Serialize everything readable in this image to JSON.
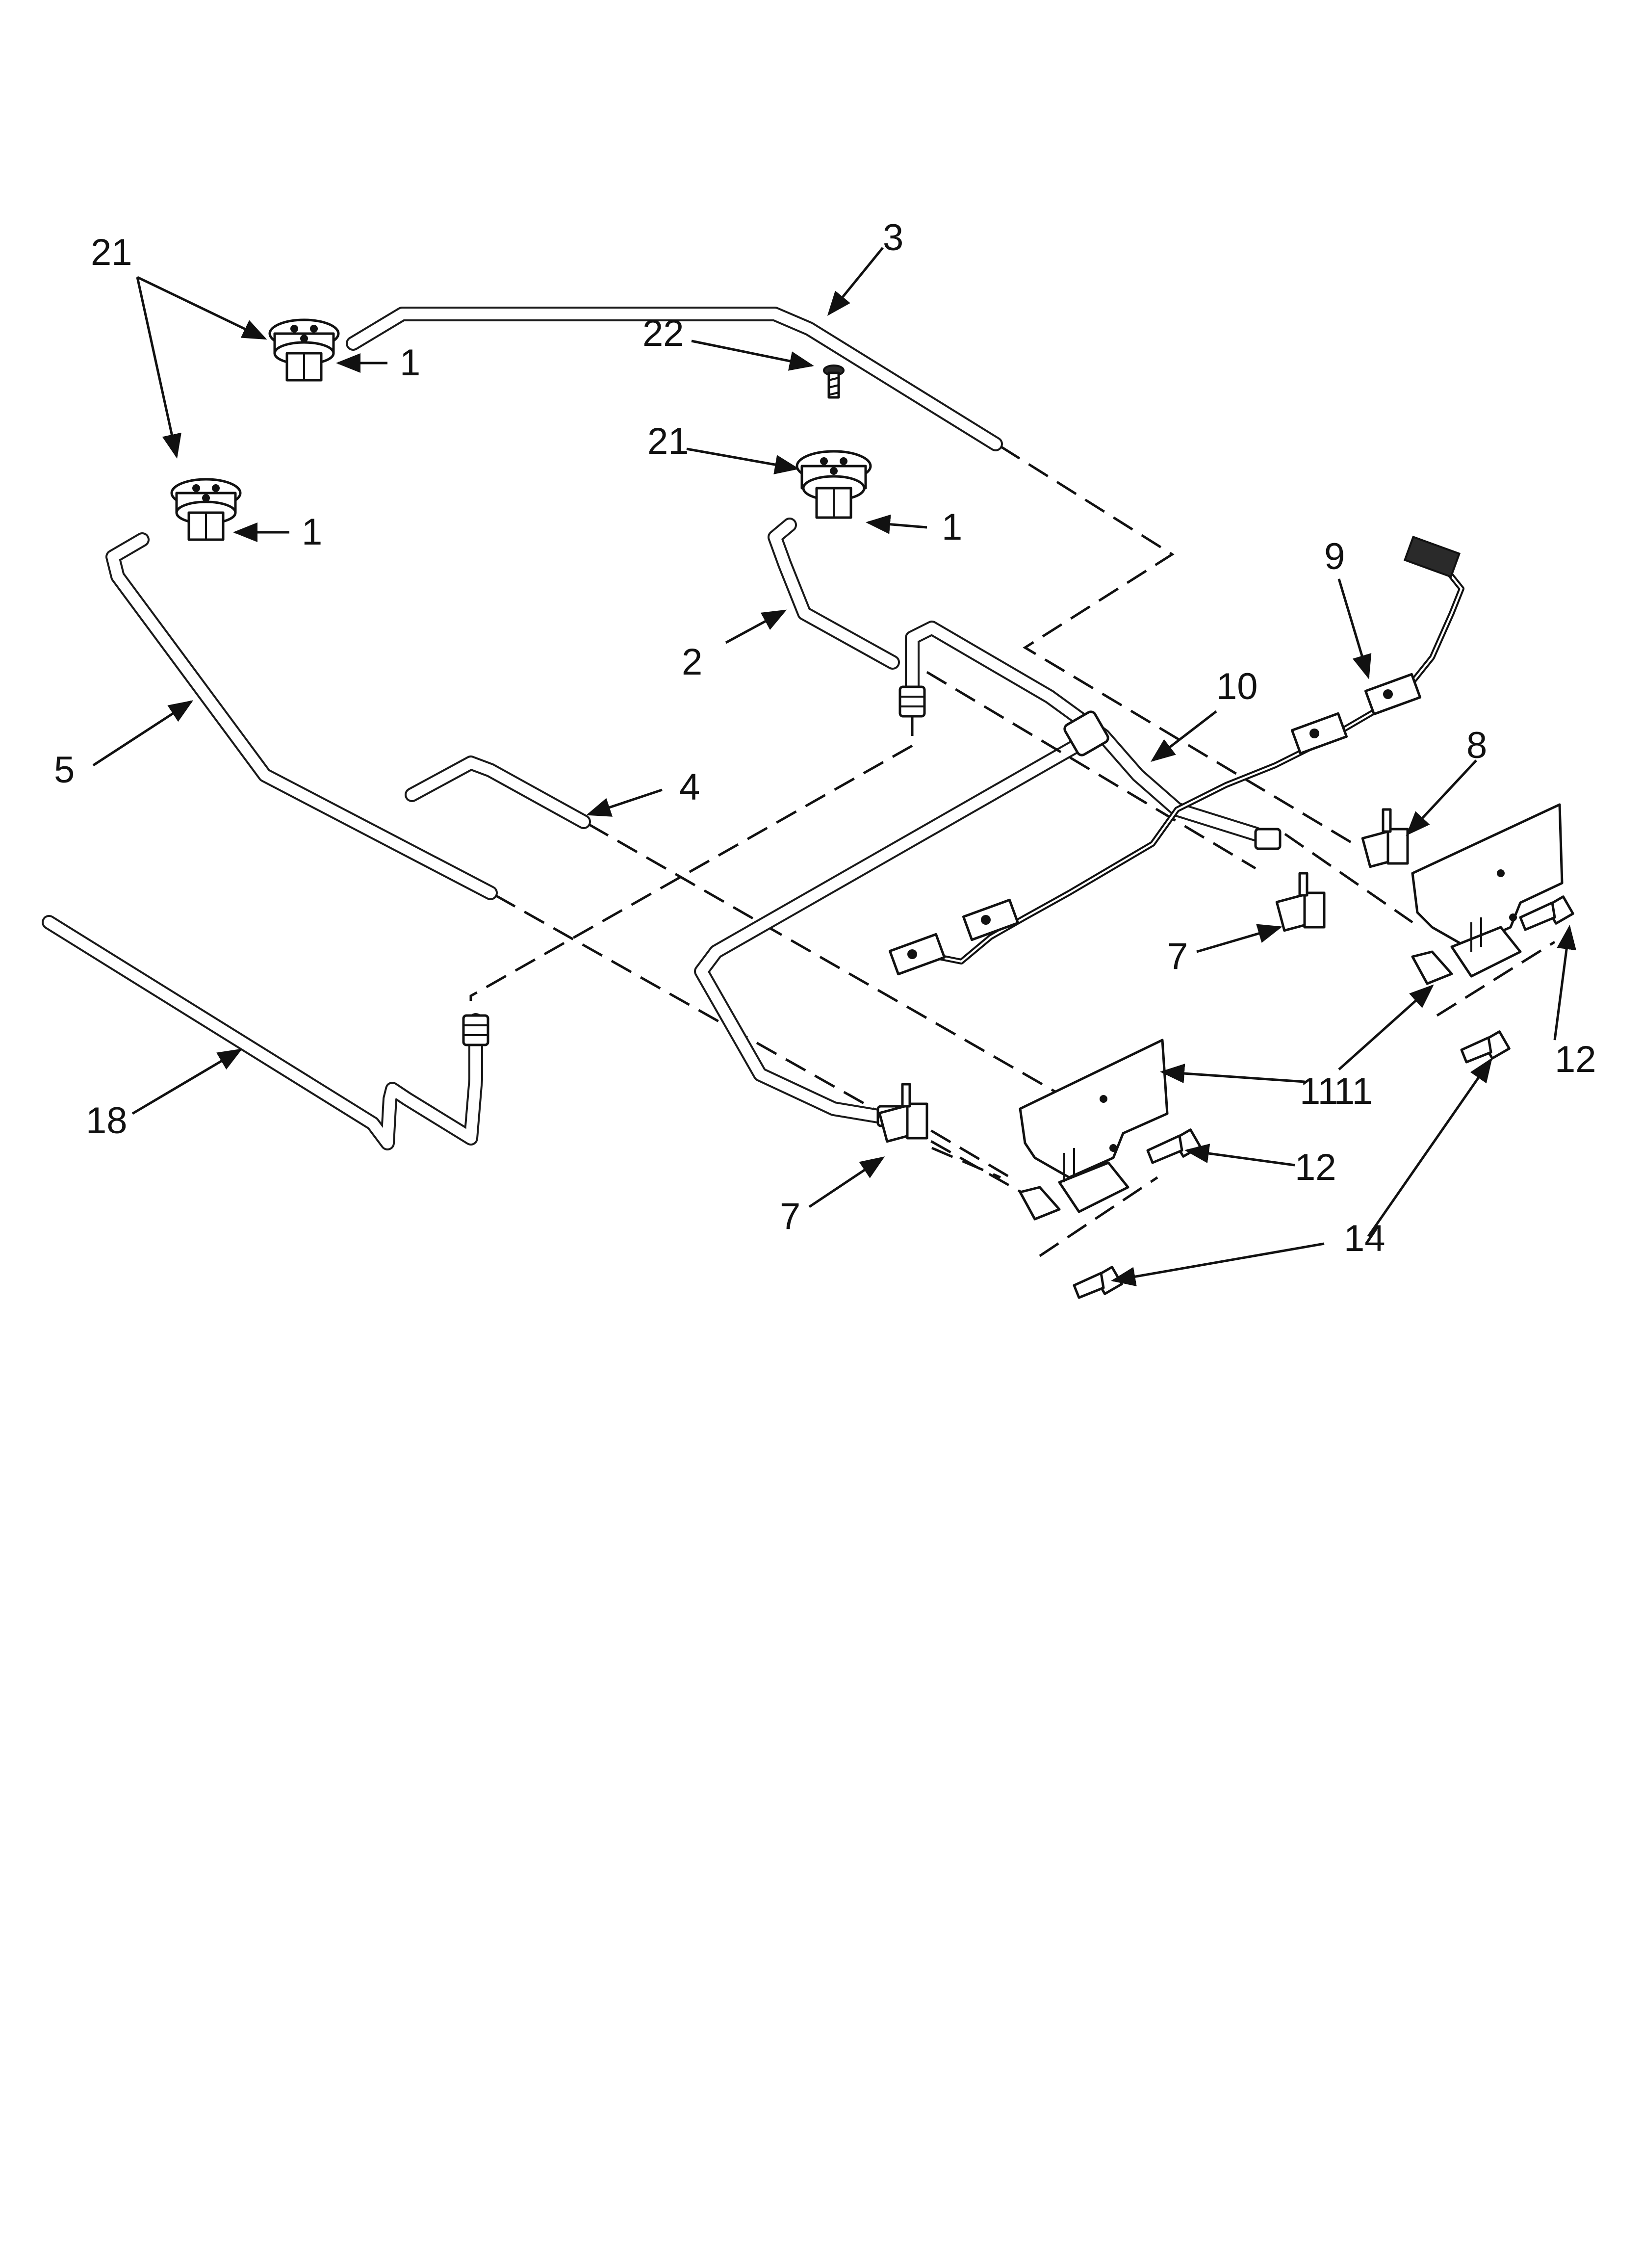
{
  "diagram": {
    "callouts": {
      "burner_cap_top_left": "21",
      "burner_cap_center": "21",
      "burner_base_top_left": "1",
      "burner_base_left": "1",
      "burner_base_center": "1",
      "tube_2": "2",
      "tube_3": "3",
      "tube_4": "4",
      "tube_5": "5",
      "switch_7_right": "7",
      "switch_7_left": "7",
      "switch_8": "8",
      "harness_9": "9",
      "manifold_10": "10",
      "bracket_11_right": "11",
      "bracket_11_left": "11",
      "screw_12_right": "12",
      "screw_12_left": "12",
      "screw_14": "14",
      "gas_line_18": "18",
      "screw_22": "22"
    },
    "colors": {
      "line": "#111111",
      "background": "#ffffff"
    }
  }
}
